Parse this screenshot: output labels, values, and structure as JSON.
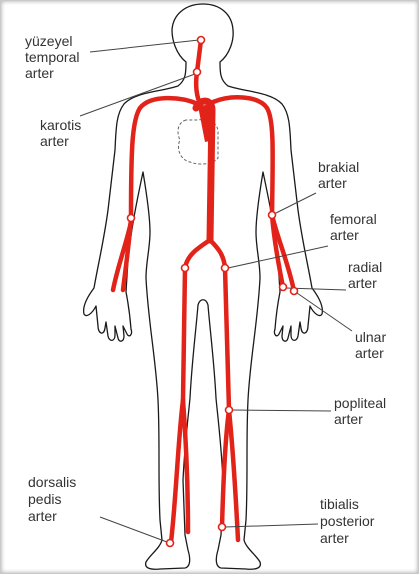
{
  "colors": {
    "artery": "#e2231a",
    "outline": "#1a1a1a",
    "label": "#333333",
    "leader": "#444444",
    "heart": "#666666"
  },
  "labels": {
    "superficial_temporal": [
      "yüzeyel",
      "temporal",
      "arter"
    ],
    "carotid": [
      "karotis",
      "arter"
    ],
    "brachial": [
      "brakial",
      "arter"
    ],
    "femoral": [
      "femoral",
      "arter"
    ],
    "radial": [
      "radial",
      "arter"
    ],
    "ulnar": [
      "ulnar",
      "arter"
    ],
    "popliteal": [
      "popliteal",
      "arter"
    ],
    "dorsalis_pedis": [
      "dorsalis",
      "pedis",
      "arter"
    ],
    "tibialis_posterior": [
      "tibialis",
      "posterior",
      "arter"
    ]
  }
}
